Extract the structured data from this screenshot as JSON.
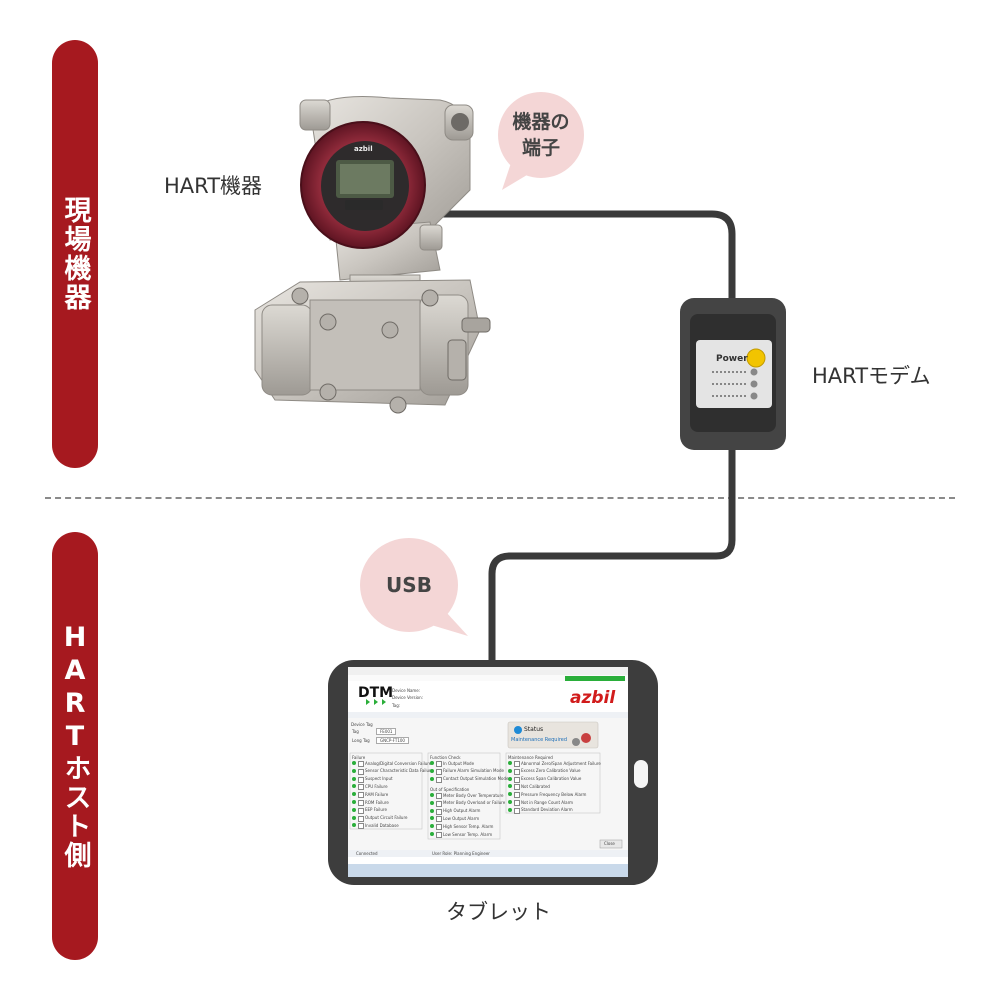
{
  "sides": {
    "field": "現場機器",
    "host": "HARTホスト側"
  },
  "labels": {
    "hart_device": "HART機器",
    "hart_modem": "HARTモデム",
    "tablet": "タブレット"
  },
  "bubbles": {
    "terminal": "機器の\n端子",
    "usb": "USB"
  },
  "modem": {
    "power_label": "Power"
  },
  "device_screen": {
    "logo": "azbil"
  },
  "tablet_screen": {
    "dtm_logo": "DTM",
    "brand_logo": "azbil",
    "device_name_label": "Device Name:",
    "device_version_label": "Device Version:",
    "tag_label": "Tag:",
    "device_tag_heading": "Device Tag",
    "tag_field_label": "Tag",
    "tag_value": "FE001",
    "long_tag_label": "Long Tag",
    "long_tag_value": "GNCP-FT100",
    "status_title": "Status",
    "status_value": "Maintenance Required",
    "failure_heading": "Failure",
    "failure_items": [
      "Analog/Digital Conversion Failure",
      "Sensor Characteristic Data Failure",
      "Suspect Input",
      "CPU Failure",
      "RAM Failure",
      "ROM Failure",
      "EEP Failure",
      "Output Circuit Failure",
      "Invalid Database"
    ],
    "function_heading": "Function Check",
    "function_items": [
      "In Output Mode",
      "Failure Alarm Simulation Mode",
      "Contact Output Simulation Mode"
    ],
    "spec_heading": "Out of Specification",
    "spec_items": [
      "Meter Body Over Temperature",
      "Meter Body Overload or Failure",
      "High Output Alarm",
      "Low Output Alarm",
      "High Sensor Temp. Alarm",
      "Low Sensor Temp. Alarm"
    ],
    "maint_heading": "Maintenance Required",
    "maint_items": [
      "Abnormal Zero/Span Adjustment Failure",
      "Excess Zero Calibration Value",
      "Excess Span Calibration Value",
      "Not Calibrated",
      "Pressure Frequency Below Alarm",
      "Not in Range Count Alarm",
      "Standard Deviation Alarm"
    ],
    "close_button": "Close",
    "connected_label": "Connected",
    "status_bar_text": "User Role: Planning Engineer"
  }
}
